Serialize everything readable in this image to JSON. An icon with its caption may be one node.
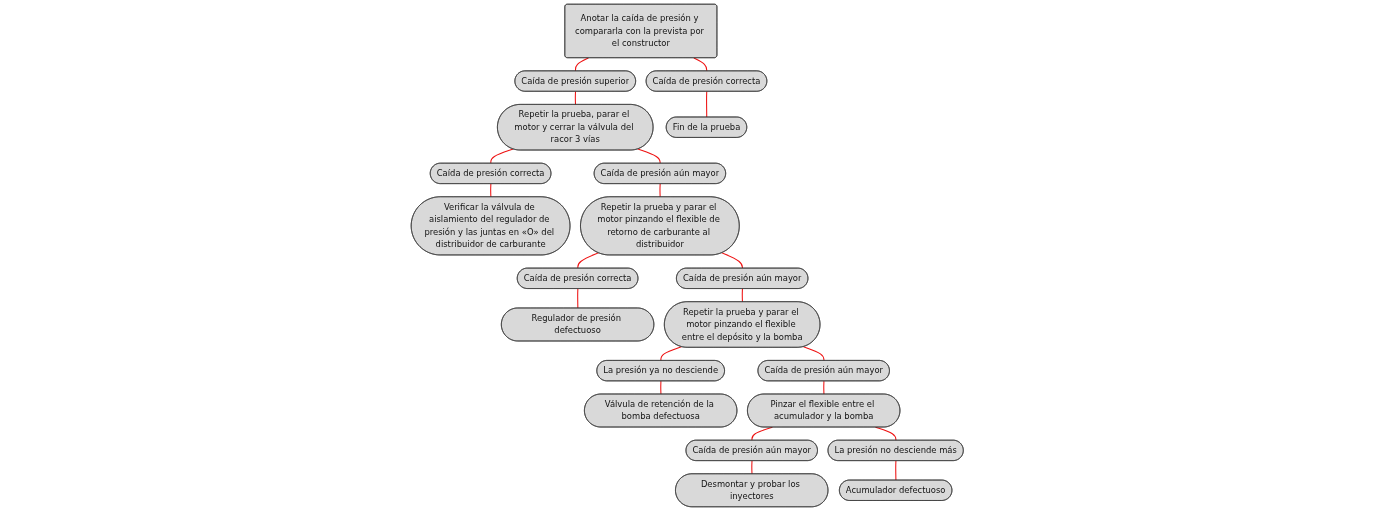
{
  "diagram": {
    "nodes": [
      {
        "text": [
          "Anotar la caída de presión y compararla con la prevista por el constructor"
        ]
      },
      {
        "text": [
          "Caída de presión superior"
        ]
      },
      {
        "text": [
          "Caída de presión correcta"
        ]
      },
      {
        "text": [
          "Repetir la prueba, parar el motor y cerrar la válvula del racor 3 vías"
        ]
      },
      {
        "text": [
          "Fin de la prueba"
        ]
      },
      {
        "text": [
          "Caída de presión aún mayor"
        ]
      },
      {
        "text": [
          "Caída de presión correcta"
        ]
      },
      {
        "text": [
          "Verificar la válvula de aislamiento del regulador de presión y las juntas en «O» del distribuidor de carburante"
        ]
      },
      {
        "text": [
          "Repetir la prueba y parar el motor pinzando el flexible de retorno de carburante al distribuidor"
        ]
      },
      {
        "text": [
          "Caída de presión aún mayor"
        ]
      },
      {
        "text": [
          "Caída de presión correcta"
        ]
      },
      {
        "text": [
          "Regulador de presión defectuoso"
        ]
      },
      {
        "text": [
          "Repetir la prueba y parar el motor pinzando el flexible entre el depósito y la bomba"
        ]
      },
      {
        "text": [
          "Caída de presión aún mayor"
        ]
      },
      {
        "text": [
          "La presión ya no desciende"
        ]
      },
      {
        "text": [
          "Válvula de retención de la bomba defectuosa"
        ]
      },
      {
        "text": [
          "Pinzar el flexible entre el acumulador y la bomba"
        ]
      },
      {
        "text": [
          "Caída de presión aún mayor"
        ]
      },
      {
        "text": [
          "La presión no desciende más"
        ]
      },
      {
        "text": [
          "Acumulador defectuoso"
        ]
      },
      {
        "text": [
          "Desmontar y probar los inyectores"
        ]
      }
    ],
    "edges": [
      {
        "from": 0,
        "to": 1,
        "arrow": "none"
      },
      {
        "from": 0,
        "to": 2,
        "arrow": "none"
      },
      {
        "from": 1,
        "to": 3,
        "arrow": "none"
      },
      {
        "from": 2,
        "to": 4,
        "arrow": "none"
      },
      {
        "from": 3,
        "to": 5,
        "arrow": "none"
      },
      {
        "from": 3,
        "to": 6,
        "arrow": "none"
      },
      {
        "from": 6,
        "to": 7,
        "arrow": "none"
      },
      {
        "from": 5,
        "to": 8,
        "arrow": "none"
      },
      {
        "from": 8,
        "to": 9,
        "arrow": "none"
      },
      {
        "from": 8,
        "to": 10,
        "arrow": "none"
      },
      {
        "from": 10,
        "to": 11,
        "arrow": "none"
      },
      {
        "from": 9,
        "to": 12,
        "arrow": "none"
      },
      {
        "from": 12,
        "to": 13,
        "arrow": "none"
      },
      {
        "from": 12,
        "to": 14,
        "arrow": "none"
      },
      {
        "from": 14,
        "to": 15,
        "arrow": "none"
      },
      {
        "from": 13,
        "to": 16,
        "arrow": "none"
      },
      {
        "from": 16,
        "to": 17,
        "arrow": "none"
      },
      {
        "from": 16,
        "to": 18,
        "arrow": "none"
      },
      {
        "from": 18,
        "to": 19,
        "arrow": "none"
      },
      {
        "from": 17,
        "to": 20,
        "arrow": "none"
      }
    ]
  }
}
